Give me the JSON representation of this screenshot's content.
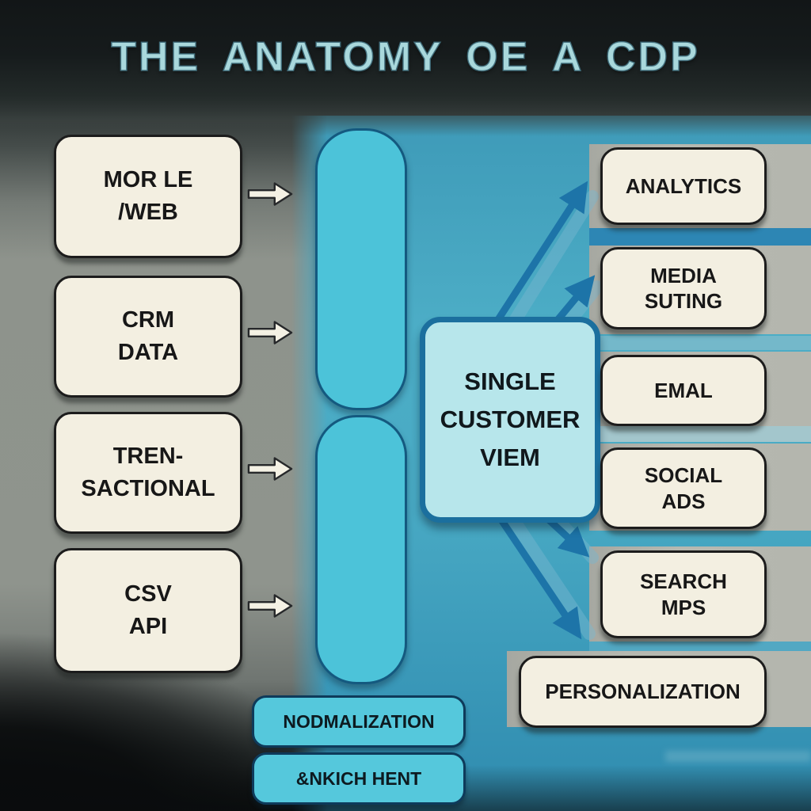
{
  "title": "THE ANATOMY OE A CDP",
  "sources": [
    {
      "label": "MOR LE\n/WEB"
    },
    {
      "label": "CRM\nDATA"
    },
    {
      "label": "TREN-\nSACTIONAL"
    },
    {
      "label": "CSV\nAPI"
    }
  ],
  "pipeline": {
    "stages": [
      {
        "label": "NODMALIZATION"
      },
      {
        "label": "&NKICH HENT"
      }
    ]
  },
  "hub": {
    "label": "SINGLE\nCUSTOMER\nVIEM"
  },
  "outputs": [
    {
      "label": "ANALYTICS"
    },
    {
      "label": "MEDIA\nSUTING"
    },
    {
      "label": "EMAL"
    },
    {
      "label": "SOCIAL\nADS"
    },
    {
      "label": "SEARCH\nMPS"
    },
    {
      "label": "PERSONALIZATION"
    }
  ],
  "colors": {
    "title_text": "#a9d8dc",
    "box_cream": "#f3efe1",
    "box_border_dark": "#1c1c1c",
    "pipeline_fill": "#4cc3d9",
    "pipeline_border": "#14597f",
    "hub_fill": "#b7e6eb",
    "hub_border": "#1b6f9e",
    "stage_fill": "#55c8dc",
    "flow_arrow_blue": "#1d74a8",
    "input_arrow_cream": "#f4f1e4",
    "background_teal": "#49aac4",
    "background_gray": "#8e938c"
  }
}
